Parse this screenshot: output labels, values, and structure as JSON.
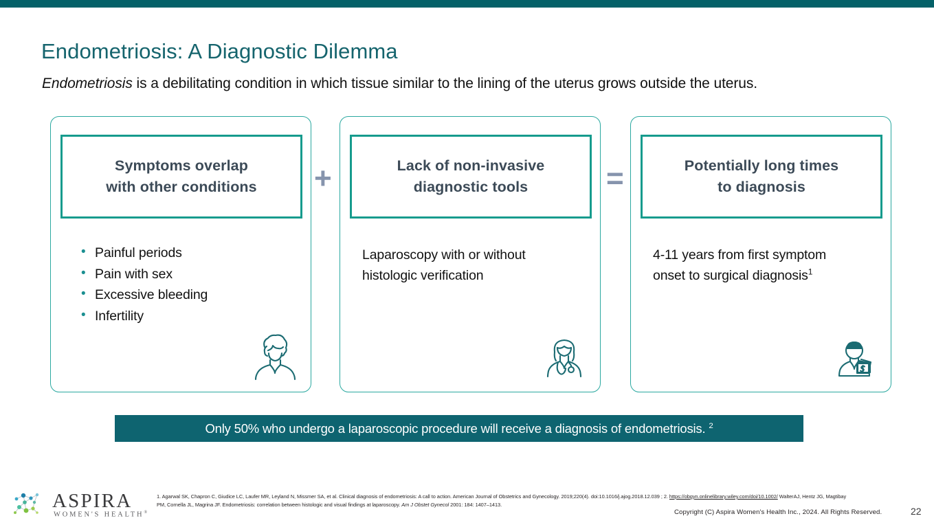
{
  "theme": {
    "accent_teal": "#046168",
    "title_teal": "#15646d",
    "box_green": "#169b8d",
    "card_border": "#2aa8a0",
    "operator_gray": "#8694ad",
    "banner_bg": "#0e6470",
    "bullet_teal": "#1b8f91",
    "heading_slate": "#3c4a57"
  },
  "slide": {
    "title": "Endometriosis: A Diagnostic Dilemma",
    "subtitle": {
      "emphasis": "Endometriosis",
      "rest": " is a debilitating condition in which tissue similar to the lining of the uterus grows outside the uterus."
    }
  },
  "cards": [
    {
      "id": "symptoms-overlap",
      "heading_line1": "Symptoms overlap",
      "heading_line2": "with other conditions",
      "body_type": "bullets",
      "bullets": [
        "Painful periods",
        "Pain with sex",
        "Excessive bleeding",
        "Infertility"
      ],
      "icon": "woman-head-pain-icon"
    },
    {
      "id": "lack-of-tools",
      "heading_line1": "Lack of non-invasive",
      "heading_line2": "diagnostic tools",
      "body_type": "paragraph",
      "paragraph_line1": "Laparoscopy with or without",
      "paragraph_line2": "histologic verification",
      "icon": "female-doctor-stethoscope-icon"
    },
    {
      "id": "long-time-to-diagnosis",
      "heading_line1": "Potentially long times",
      "heading_line2": "to diagnosis",
      "body_type": "paragraph",
      "paragraph_line1": "4-11 years from first symptom",
      "paragraph_line2": "onset to surgical diagnosis",
      "paragraph_superscript": "1",
      "icon": "doctor-with-money-icon"
    }
  ],
  "operators": {
    "plus": "+",
    "equals": "=",
    "plus_icon": "plus-icon",
    "equals_icon": "equals-icon"
  },
  "banner": {
    "text": "Only 50% who undergo a laparoscopic procedure will receive a diagnosis of endometriosis. ",
    "superscript": "2"
  },
  "footer": {
    "logo": {
      "wordmark": "ASPIRA",
      "tagline": "WOMEN'S HEALTH",
      "trademark": "®",
      "mark_icon": "molecule-network-icon"
    },
    "references": {
      "line1_a": "1. Agarwal SK, Chapron C, Giudice LC, Laufer MR, Leyland N, Missmer SA, et al. Clinical diagnosis of endometriosis: A call to action. American Journal of Obstetrics and Gynecology. 2019;220(4). doi:10.1016/j.ajog.2018.12.039 ; 2. ",
      "line1_link": "https://obgyn.onlinelibrary.wiley.com/doi/10.1002/",
      "line1_b": " Walter",
      "line2_a": "AJ, Hentz JG, Magtibay PM, Cornella JL, Magrina JF. Endometriosis: correlation between histologic and visual findings at laparoscopy. ",
      "line2_italic": "Am J Obstet Gynecol",
      "line2_b": " 2001: 184: 1407–1413."
    },
    "copyright": "Copyright (C) Aspira Women's Health Inc., 2024. All Rights Reserved.",
    "page_number": "22"
  }
}
